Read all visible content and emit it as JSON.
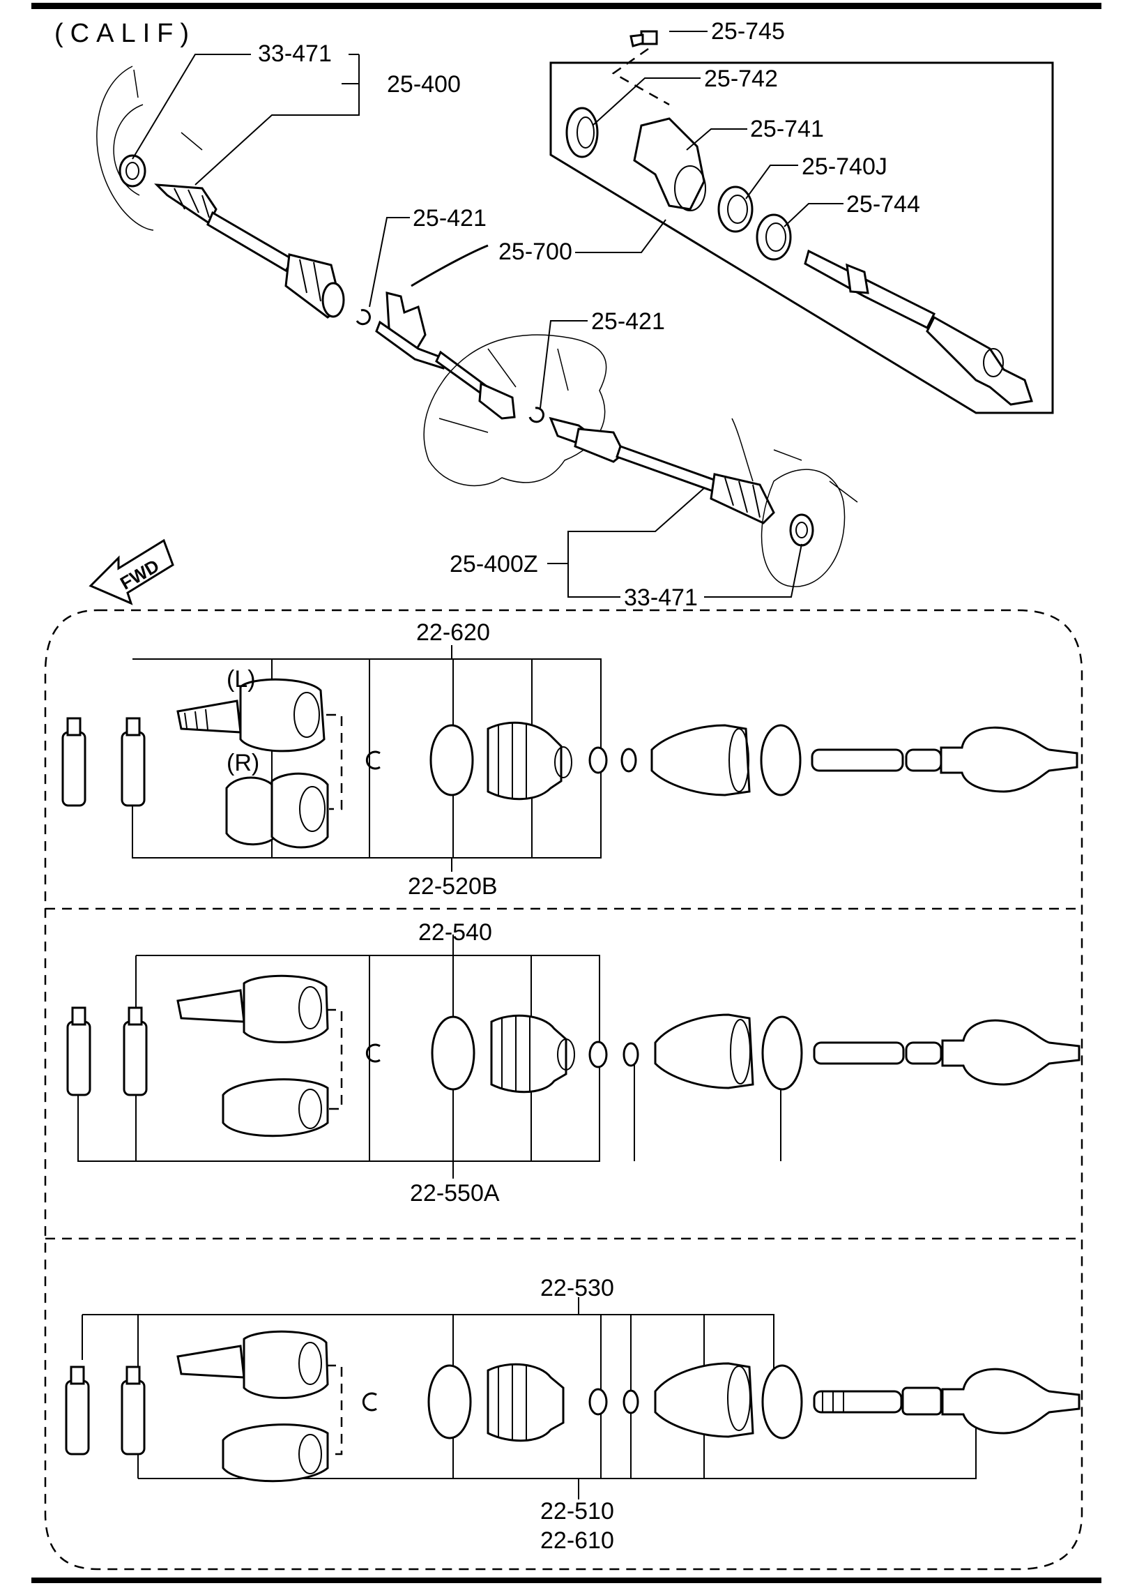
{
  "header_label": "(CALIF)",
  "direction_label": "FWD",
  "callouts": {
    "c33_471_top": "33-471",
    "c25_400": "25-400",
    "c25_745": "25-745",
    "c25_742": "25-742",
    "c25_741": "25-741",
    "c25_740J": "25-740J",
    "c25_744": "25-744",
    "c25_700": "25-700",
    "c25_421_a": "25-421",
    "c25_421_b": "25-421",
    "c25_400Z": "25-400Z",
    "c33_471_bottom": "33-471"
  },
  "kit_sections": [
    {
      "top_label": "22-620",
      "bottom_label": "22-520B",
      "side_labels": [
        "(L)",
        "(R)"
      ]
    },
    {
      "top_label": "22-540",
      "bottom_label": "22-550A"
    },
    {
      "top_label": "22-530",
      "bottom_labels": [
        "22-510",
        "22-610"
      ]
    }
  ]
}
